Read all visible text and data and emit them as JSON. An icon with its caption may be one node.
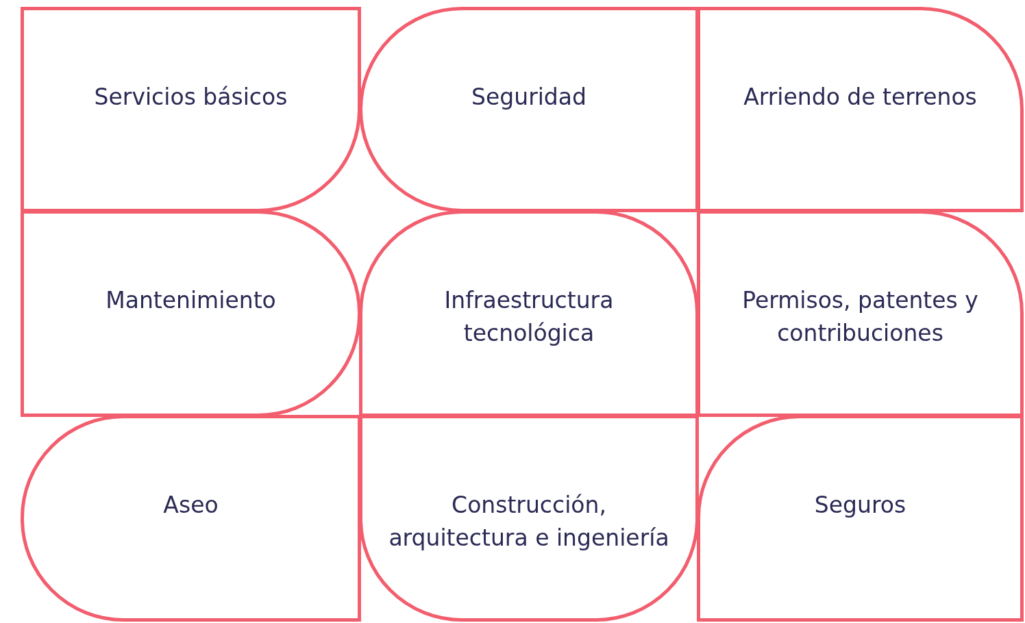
{
  "diagram": {
    "nodes": [
      {
        "text": [
          "Servicios básicos"
        ]
      },
      {
        "text": [
          "Seguridad"
        ]
      },
      {
        "text": [
          "Arriendo de terrenos"
        ]
      },
      {
        "text": [
          "Mantenimiento"
        ]
      },
      {
        "text": [
          "Infraestructura tecnológica"
        ]
      },
      {
        "text": [
          "Permisos, patentes y contribuciones"
        ]
      },
      {
        "text": [
          "Aseo"
        ]
      },
      {
        "text": [
          "Construcción, arquitectura e ingeniería"
        ]
      },
      {
        "text": [
          "Seguros"
        ]
      }
    ]
  }
}
